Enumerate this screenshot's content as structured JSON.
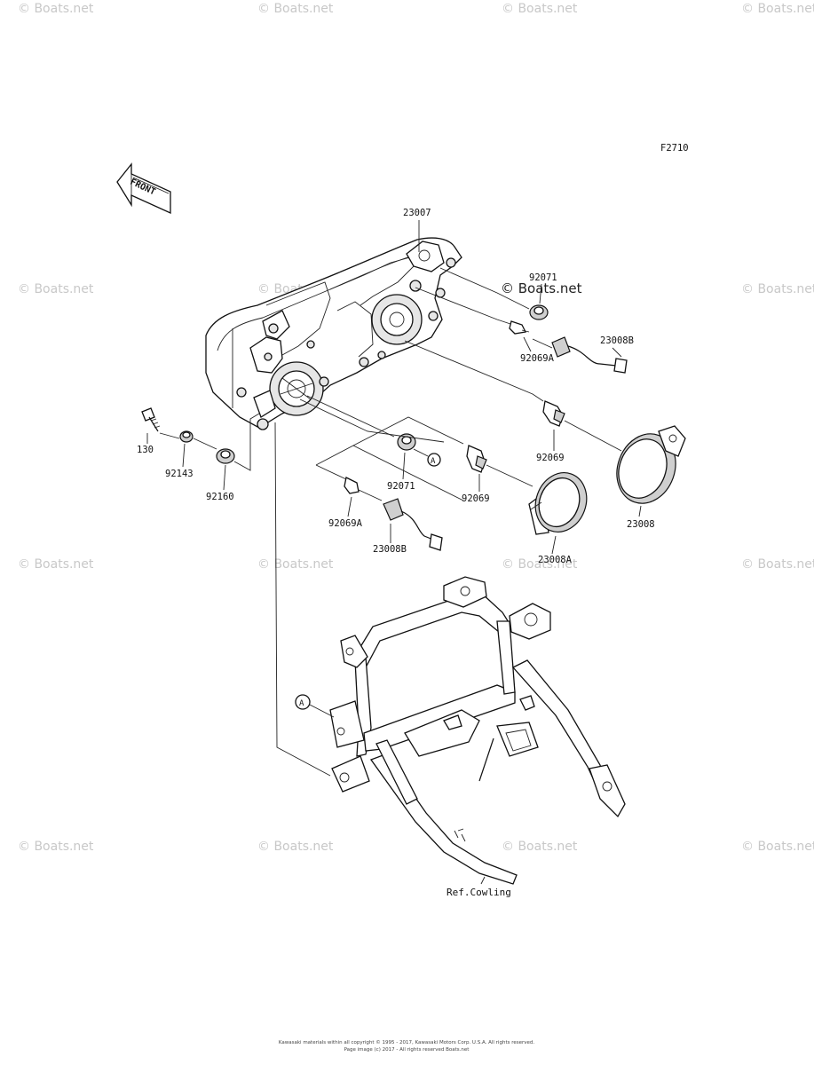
{
  "diagram": {
    "figure_code": "F2710",
    "direction_label": "FRONT",
    "ref_label": "Ref.Cowling",
    "callout_letter": "A",
    "parts": {
      "headlight_assembly": "23007",
      "part_92071_top": "92071",
      "bulb_92069A_right": "92069A",
      "socket_23008B_right": "23008B",
      "bulb_92069_right": "92069",
      "cap_23008": "23008",
      "bolt_130": "130",
      "collar_92143": "92143",
      "damper_92160": "92160",
      "grommet_92071": "92071",
      "bulb_92069_left": "92069",
      "bulb_92069A_left": "92069A",
      "socket_23008B_left": "23008B",
      "cap_23008A": "23008A"
    }
  },
  "watermarks": {
    "text": "© Boats.net",
    "overlay_text": "© Boats.net"
  },
  "footer": {
    "line1": "Kawasaki materials within all copyright © 1995 - 2017, Kawasaki Motors Corp. U.S.A. All rights reserved.",
    "line2": "Page image (c) 2017 - All rights reserved Boats.net"
  }
}
